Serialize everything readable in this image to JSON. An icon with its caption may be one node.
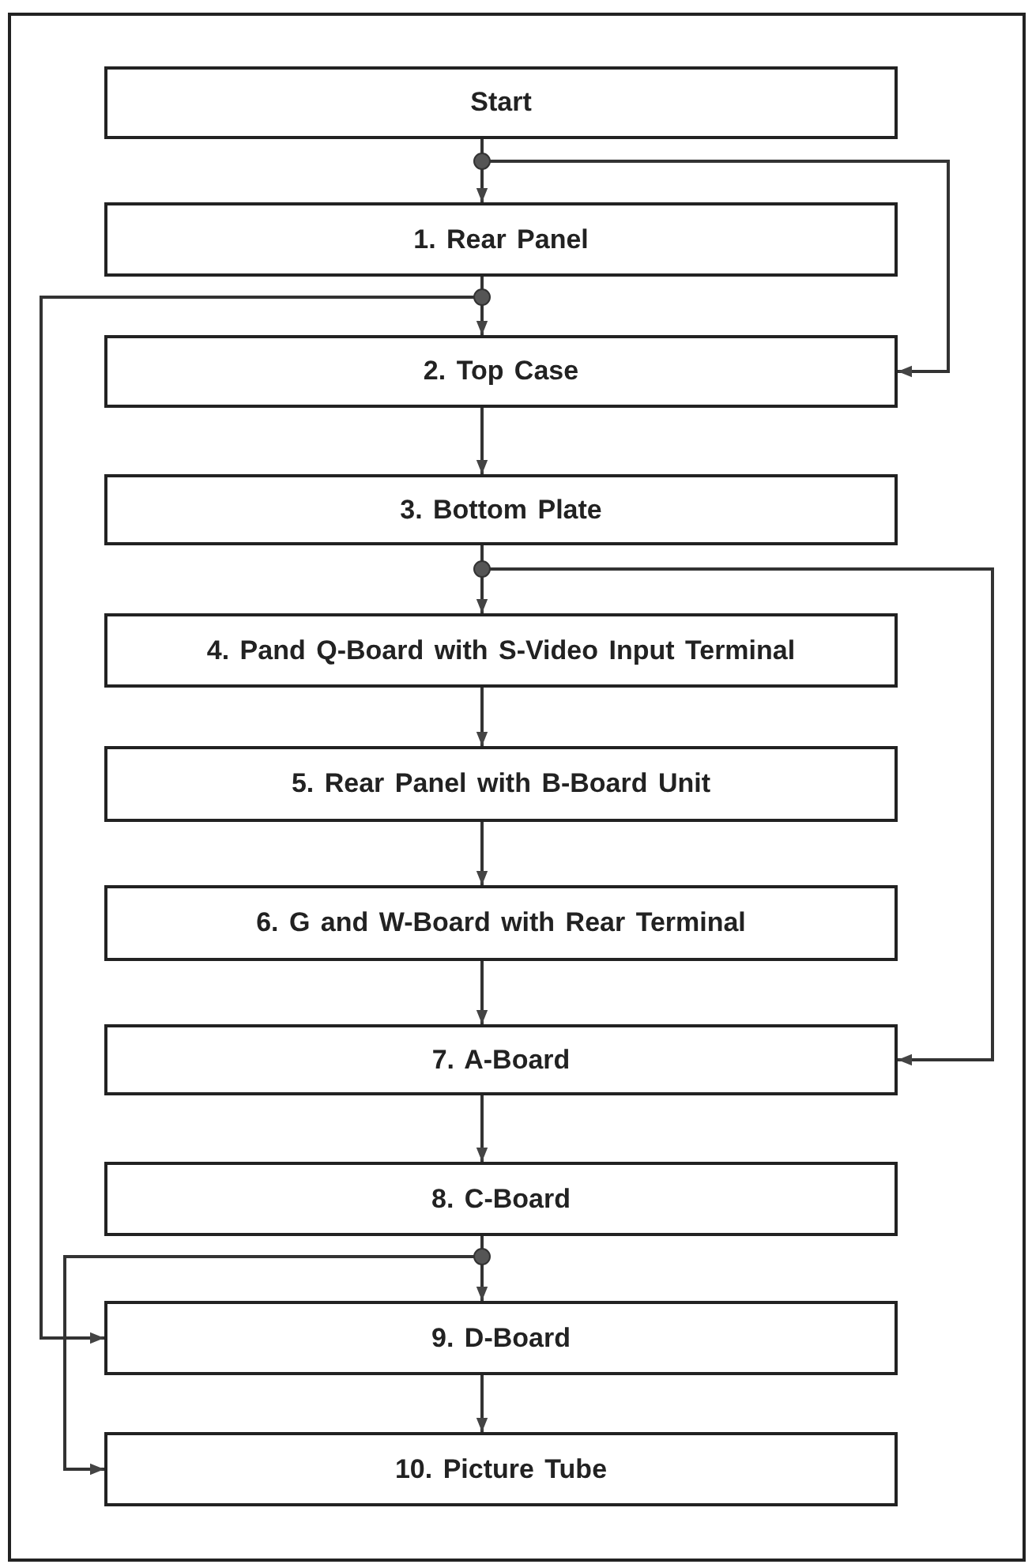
{
  "diagram": {
    "nodes": [
      {
        "text": [
          "Start"
        ]
      },
      {
        "text": [
          "1. Rear Panel"
        ]
      },
      {
        "text": [
          "2. Top Case"
        ]
      },
      {
        "text": [
          "3. Bottom Plate"
        ]
      },
      {
        "text": [
          "4. Pand Q-Board with S-Video Input Terminal"
        ]
      },
      {
        "text": [
          "5. Rear Panel with B-Board Unit"
        ]
      },
      {
        "text": [
          "6. G and W-Board with Rear Terminal"
        ]
      },
      {
        "text": [
          "7. A-Board"
        ]
      },
      {
        "text": [
          "8. C-Board"
        ]
      },
      {
        "text": [
          "9. D-Board"
        ]
      },
      {
        "text": [
          "10. Picture Tube"
        ]
      }
    ],
    "edges": [
      {
        "from": 0,
        "to": 1,
        "arrow": "to"
      },
      {
        "from": 0,
        "to": 2,
        "arrow": "to"
      },
      {
        "from": 1,
        "to": 2,
        "arrow": "to"
      },
      {
        "from": 1,
        "to": 9,
        "arrow": "to"
      },
      {
        "from": 2,
        "to": 3,
        "arrow": "to"
      },
      {
        "from": 3,
        "to": 4,
        "arrow": "to"
      },
      {
        "from": 3,
        "to": 7,
        "arrow": "to"
      },
      {
        "from": 4,
        "to": 5,
        "arrow": "to"
      },
      {
        "from": 5,
        "to": 6,
        "arrow": "to"
      },
      {
        "from": 6,
        "to": 7,
        "arrow": "to"
      },
      {
        "from": 7,
        "to": 8,
        "arrow": "to"
      },
      {
        "from": 8,
        "to": 9,
        "arrow": "to"
      },
      {
        "from": 8,
        "to": 10,
        "arrow": "to"
      },
      {
        "from": 9,
        "to": 10,
        "arrow": "to"
      }
    ]
  }
}
